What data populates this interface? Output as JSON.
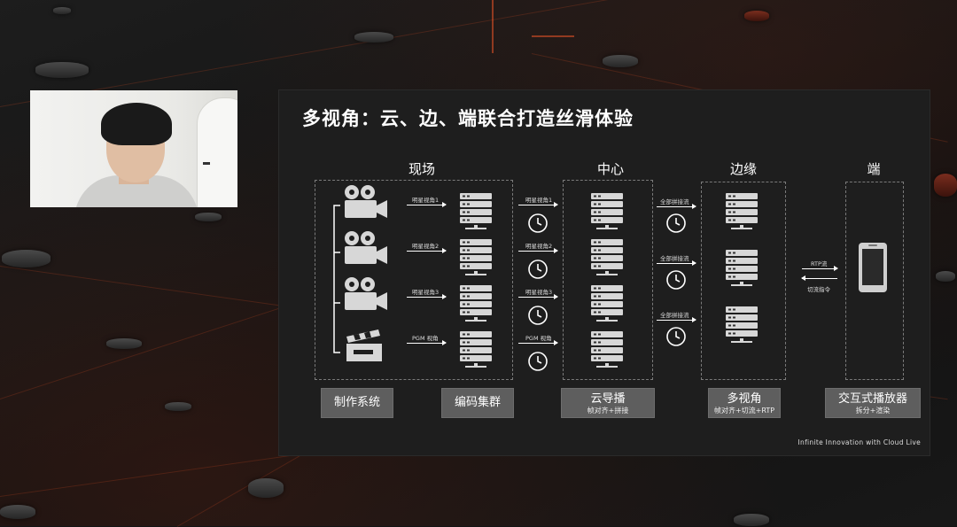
{
  "slide": {
    "title": "多视角：云、边、端联合打造丝滑体验",
    "footer": "Infinite Innovation with Cloud Live"
  },
  "columns": {
    "site": "现场",
    "center": "中心",
    "edge": "边缘",
    "client": "端"
  },
  "systems": {
    "production": {
      "label": "制作系统"
    },
    "encoding": {
      "label": "编码集群"
    },
    "cloud_director": {
      "label": "云导播",
      "sub": "帧对齐+拼接"
    },
    "multi_view": {
      "label": "多视角",
      "sub": "帧对齐+切流+RTP"
    },
    "interactive_player": {
      "label": "交互式播放器",
      "sub": "拆分+渲染"
    }
  },
  "flows": {
    "site_to_encode": [
      "明星视角1",
      "明星视角2",
      "明星视角3",
      "PGM 视角"
    ],
    "encode_to_center": [
      "明星视角1",
      "明星视角2",
      "明星视角3",
      "PGM 视角"
    ],
    "center_to_edge": [
      "全部拼接流",
      "全部拼接流",
      "全部拼接流"
    ],
    "edge_to_client": "RTP流",
    "client_to_edge": "切流指令"
  },
  "icons": {
    "camera": "video-camera-icon",
    "clapper": "clapperboard-icon",
    "server": "server-icon",
    "clock": "clock-icon",
    "phone": "smartphone-icon"
  }
}
